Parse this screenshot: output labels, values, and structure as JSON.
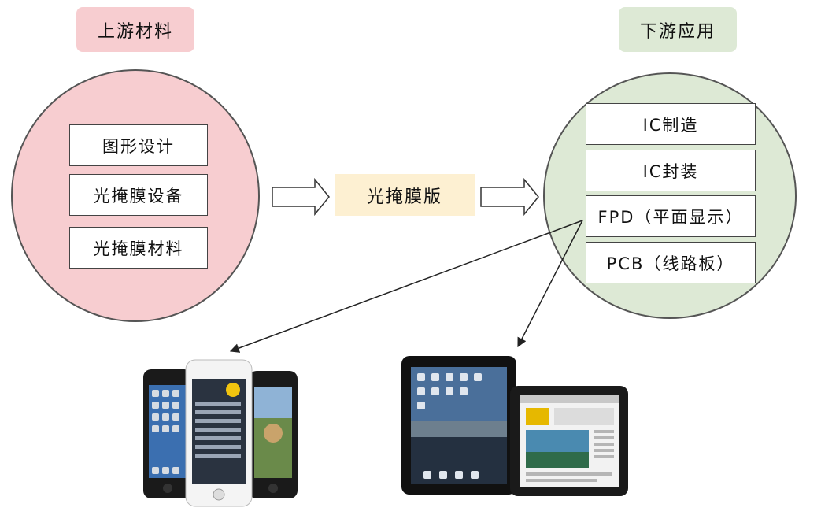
{
  "upstream": {
    "title": "上游材料",
    "items": [
      "图形设计",
      "光掩膜设备",
      "光掩膜材料"
    ]
  },
  "center": {
    "label": "光掩膜版"
  },
  "downstream": {
    "title": "下游应用",
    "items": [
      "IC制造",
      "IC封装",
      "FPD（平面显示）",
      "PCB（线路板）"
    ]
  },
  "colors": {
    "upstream_fill": "#f7cdd0",
    "upstream_tag": "#f7cdd0",
    "downstream_fill": "#dde9d5",
    "downstream_tag": "#dde9d5",
    "center_tag": "#fdf0d2"
  },
  "icons": [
    "smartphones-image",
    "tablets-image"
  ]
}
